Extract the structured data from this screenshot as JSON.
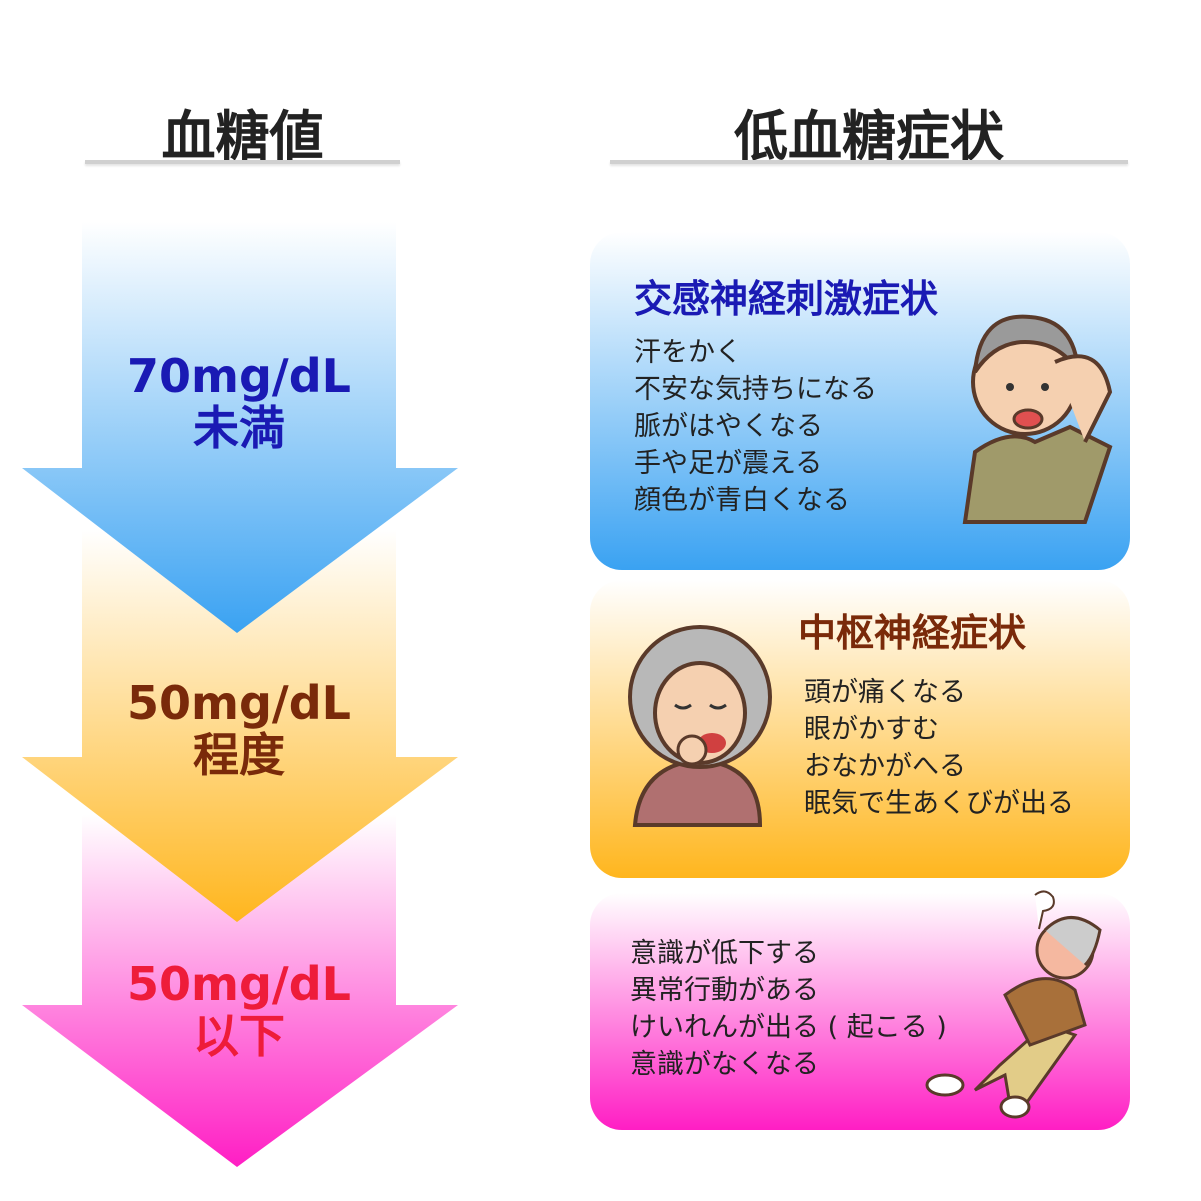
{
  "headers": {
    "left": "血糖値",
    "right": "低血糖症状"
  },
  "levels": [
    {
      "value": "70mg/dL",
      "qualifier": "未満",
      "color": "#1a1ab4",
      "gradient_end": "#3aa2f2"
    },
    {
      "value": "50mg/dL",
      "qualifier": "程度",
      "color": "#7a2a0a",
      "gradient_end": "#ffb61e"
    },
    {
      "value": "50mg/dL",
      "qualifier": "以下",
      "color": "#ee1c3a",
      "gradient_end": "#ff1ec4"
    }
  ],
  "symptoms": [
    {
      "title": "交感神経刺激症状",
      "title_color": "#1a1ab4",
      "items": [
        "汗をかく",
        "不安な気持ちになる",
        "脈がはやくなる",
        "手や足が震える",
        "顔色が青白くなる"
      ]
    },
    {
      "title": "中枢神経症状",
      "title_color": "#7a2a0a",
      "items": [
        "頭が痛くなる",
        "眼がかすむ",
        "おなかがへる",
        "眠気で生あくびが出る"
      ]
    },
    {
      "title": "",
      "items": [
        "意識が低下する",
        "異常行動がある",
        "けいれんが出る ( 起こる )",
        "意識がなくなる"
      ]
    }
  ]
}
